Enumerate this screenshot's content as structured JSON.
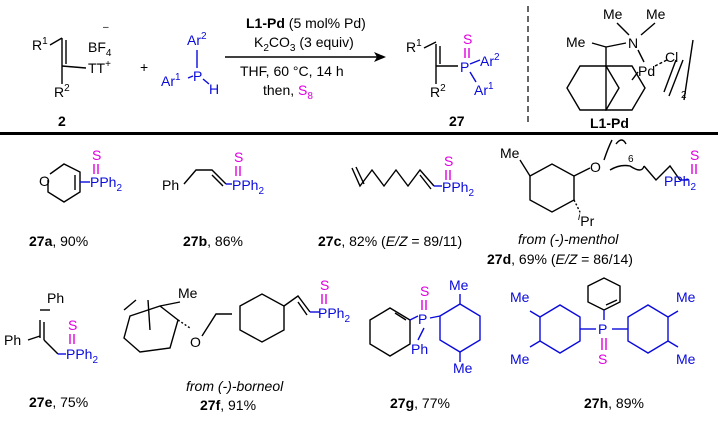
{
  "reaction": {
    "reagent_2": {
      "label": "2",
      "r1": "R",
      "r1_sup": "1",
      "r2": "R",
      "r2_sup": "2",
      "anion": "BF",
      "anion_sub": "4",
      "anion_charge": "–",
      "leaving": "TT",
      "leaving_charge": "+"
    },
    "plus": "+",
    "phosphine": {
      "ar1": "Ar",
      "ar1_sup": "1",
      "ar2": "Ar",
      "ar2_sup": "2",
      "p": "P",
      "h": "H"
    },
    "conditions": {
      "catalyst": "L1-Pd",
      "catalyst_load": "(5 mol% Pd)",
      "base": "K",
      "base_sub": "2",
      "base_rest": "CO",
      "base_sub2": "3",
      "base_equiv": "(3 equiv)",
      "solvent_temp": "THF, 60 °C, 14 h",
      "then": "then,",
      "sulfur": "S",
      "sulfur_sub": "8"
    },
    "product": {
      "label": "27",
      "r1": "R",
      "r1_sup": "1",
      "r2": "R",
      "r2_sup": "2",
      "p": "P",
      "s": "S",
      "ar1": "Ar",
      "ar1_sup": "1",
      "ar2": "Ar",
      "ar2_sup": "2"
    },
    "catalyst_structure": {
      "label": "L1-Pd",
      "me1": "Me",
      "me2": "Me",
      "me3": "Me",
      "n": "N",
      "pd": "Pd",
      "cl": "Cl",
      "sub": "2"
    }
  },
  "products": [
    {
      "id": "27a",
      "yield": ", 90%",
      "note": ""
    },
    {
      "id": "27b",
      "yield": ", 86%",
      "note": ""
    },
    {
      "id": "27c",
      "yield": ", 82% (",
      "ez": "E/Z",
      "ez_val": " = 89/11)",
      "note": ""
    },
    {
      "id": "27d",
      "yield": ", 69% (",
      "ez": "E/Z",
      "ez_val": " = 86/14)",
      "note": "from (-)-menthol"
    },
    {
      "id": "27e",
      "yield": ", 75%",
      "note": ""
    },
    {
      "id": "27f",
      "yield": ", 91%",
      "note": "from (-)-borneol"
    },
    {
      "id": "27g",
      "yield": ", 77%",
      "note": ""
    },
    {
      "id": "27h",
      "yield": ", 89%",
      "note": ""
    }
  ],
  "labels": {
    "pph2": "PPh",
    "pph2_sub": "2",
    "s": "S",
    "o": "O",
    "ph": "Ph",
    "me": "Me",
    "p": "P",
    "ipr_sup": "i",
    "ipr": "Pr",
    "n6": "6"
  },
  "colors": {
    "phosphorus": "#0a0adc",
    "sulfur": "#e000e0",
    "text": "#000000"
  }
}
